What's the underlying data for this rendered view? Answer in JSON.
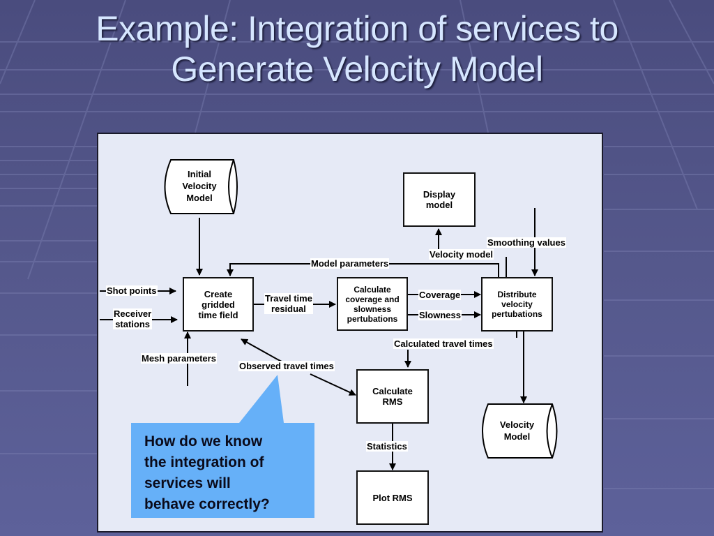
{
  "slide": {
    "title_line1": "Example: Integration of services to",
    "title_line2": "Generate Velocity Model"
  },
  "colors": {
    "background": "#55588c",
    "title_text": "#d6e6ff",
    "panel": "#e6eaf6",
    "callout": "#66b0f8"
  },
  "diagram": {
    "nodes": {
      "initial_velocity_model": {
        "type": "data-store",
        "lines": [
          "Initial",
          "Velocity",
          "Model"
        ]
      },
      "create_gridded_time_field": {
        "type": "process",
        "lines": [
          "Create",
          "gridded",
          "time field"
        ]
      },
      "calculate_coverage": {
        "type": "process",
        "lines": [
          "Calculate",
          "coverage and",
          "slowness",
          "pertubations"
        ]
      },
      "distribute_velocity": {
        "type": "process",
        "lines": [
          "Distribute",
          "velocity",
          "pertubations"
        ]
      },
      "display_model": {
        "type": "process",
        "lines": [
          "Display",
          "model"
        ]
      },
      "calculate_rms": {
        "type": "process",
        "lines": [
          "Calculate",
          "RMS"
        ]
      },
      "plot_rms": {
        "type": "process",
        "lines": [
          "Plot RMS"
        ]
      },
      "velocity_model": {
        "type": "data-store",
        "lines": [
          "Velocity",
          "Model"
        ]
      }
    },
    "edge_labels": {
      "shot_points": "Shot points",
      "receiver_stations_1": "Receiver",
      "receiver_stations_2": "stations",
      "mesh_parameters": "Mesh parameters",
      "travel_time_residual_1": "Travel time",
      "travel_time_residual_2": "residual",
      "model_parameters": "Model parameters",
      "coverage": "Coverage",
      "slowness": "Slowness",
      "velocity_model": "Velocity model",
      "smoothing_values": "Smoothing values",
      "calculated_travel_times": "Calculated travel times",
      "observed_travel_times": "Observed travel times",
      "statistics": "Statistics"
    }
  },
  "callout": {
    "lines": [
      "How do we know",
      "the integration of",
      "services will",
      "behave correctly?"
    ]
  }
}
